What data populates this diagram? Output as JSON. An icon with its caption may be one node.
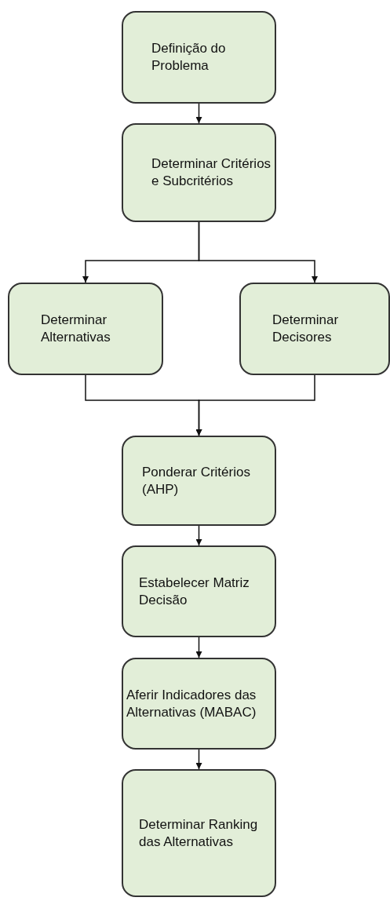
{
  "diagram": {
    "nodes": [
      {
        "text": [
          "Definição do Problema"
        ]
      },
      {
        "text": [
          "Determinar Critérios e Subcritérios"
        ]
      },
      {
        "text": [
          "Determinar Alternativas"
        ]
      },
      {
        "text": [
          "Determinar Decisores"
        ]
      },
      {
        "text": [
          "Ponderar Critérios (AHP)"
        ]
      },
      {
        "text": [
          "Estabelecer Matriz Decisão"
        ]
      },
      {
        "text": [
          "Aferir Indicadores das Alternativas (MABAC)"
        ]
      },
      {
        "text": [
          "Determinar Ranking das Alternativas"
        ]
      }
    ],
    "edges": [
      {
        "from": 0,
        "to": 1,
        "arrow": "to"
      },
      {
        "from": 1,
        "to": 2,
        "arrow": "to"
      },
      {
        "from": 1,
        "to": 3,
        "arrow": "to"
      },
      {
        "from": 2,
        "to": 4,
        "arrow": "to"
      },
      {
        "from": 3,
        "to": 4,
        "arrow": "to"
      },
      {
        "from": 4,
        "to": 5,
        "arrow": "to"
      },
      {
        "from": 5,
        "to": 6,
        "arrow": "to"
      },
      {
        "from": 6,
        "to": 7,
        "arrow": "to"
      }
    ]
  }
}
